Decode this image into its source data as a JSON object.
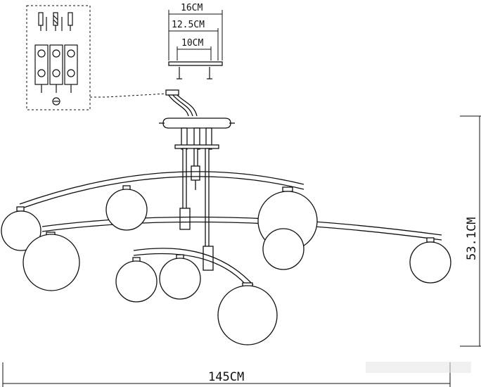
{
  "dimensions": {
    "mount_outer": "16CM",
    "mount_middle": "12.5CM",
    "mount_inner": "10CM",
    "height": "53.1CM",
    "width": "145CM"
  },
  "colors": {
    "line": "#111111",
    "background": "#ffffff",
    "watermark": "#e6e6e6"
  }
}
